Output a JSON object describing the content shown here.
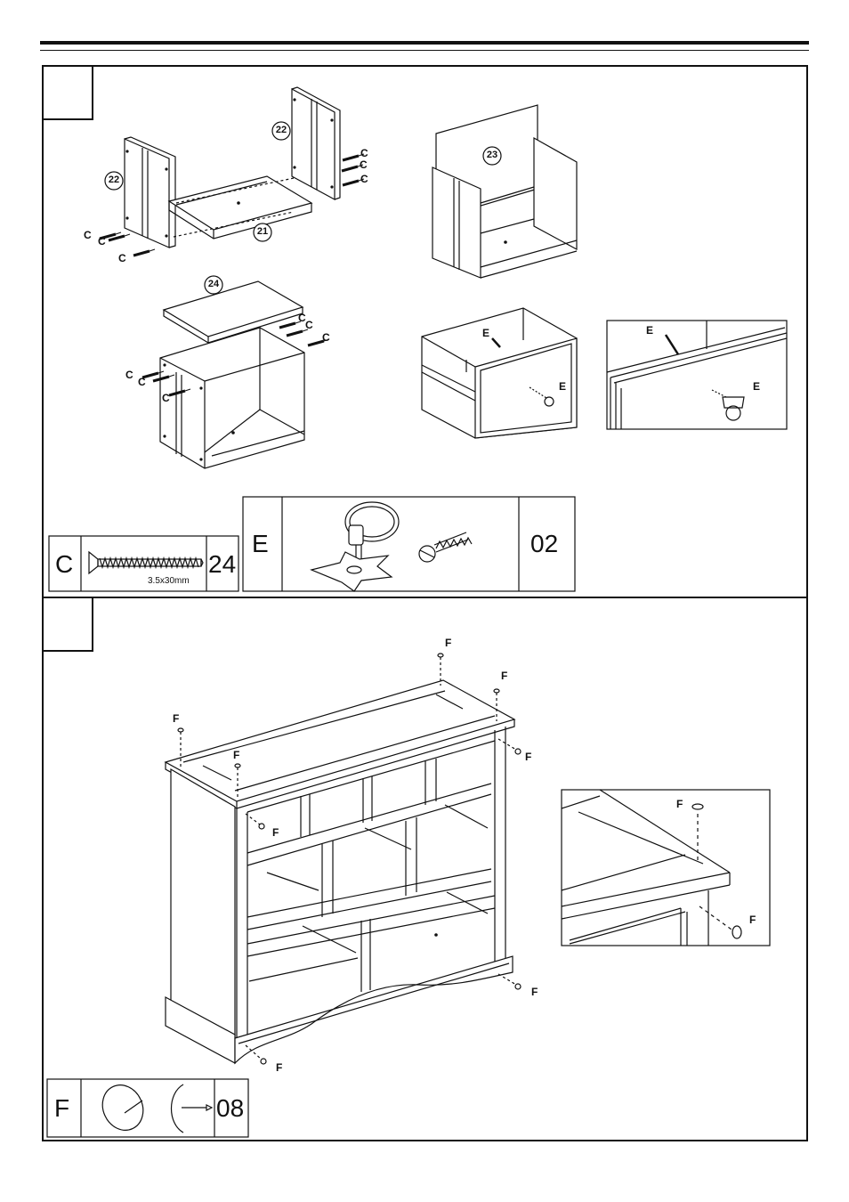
{
  "steps": [
    {
      "callouts": {
        "side_left": "22",
        "side_right": "22",
        "bottom": "21",
        "back": "23",
        "top": "24"
      },
      "screw_letter": "C",
      "handle_letter": "E",
      "hardware": {
        "screw": {
          "letter": "C",
          "size": "3.5x30mm",
          "qty": "24"
        },
        "handle": {
          "letter": "E",
          "qty": "02"
        }
      }
    },
    {
      "cap_letter": "F",
      "hardware": {
        "cap": {
          "letter": "F",
          "qty": "08"
        }
      }
    }
  ],
  "icons": [
    "screw-icon",
    "ring-handle-icon",
    "backplate-icon",
    "screw-cap-icon"
  ]
}
